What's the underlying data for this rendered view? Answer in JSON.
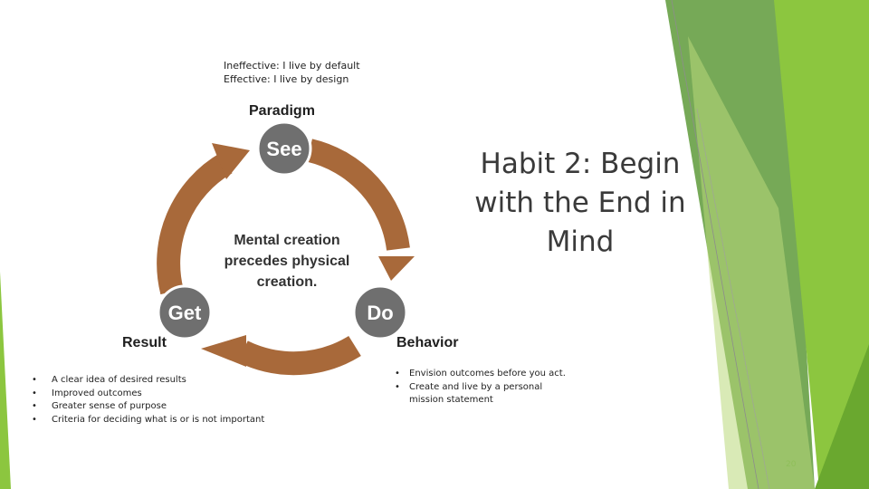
{
  "slide": {
    "intro": {
      "line1": "Ineffective: I live by default",
      "line2": "Effective:  I live by design"
    },
    "title": {
      "line1": "Habit 2: Begin",
      "line2": "with the End in",
      "line3": "Mind"
    },
    "cycle": {
      "top_label": "Paradigm",
      "left_label": "Result",
      "right_label": "Behavior",
      "node_see": "See",
      "node_do": "Do",
      "node_get": "Get",
      "center": {
        "line1": "Mental creation",
        "line2": "precedes physical",
        "line3": "creation."
      },
      "colors": {
        "arrow": "#a8693a",
        "node": "#6f6f6f"
      }
    },
    "results": [
      "A clear idea of desired results",
      "Improved outcomes",
      "Greater sense of purpose",
      "Criteria for deciding what is or is not important"
    ],
    "behaviors": {
      "item1": "Envision outcomes before you act.",
      "item2_line1": "Create and live by a personal",
      "item2_line2": "mission statement"
    },
    "page_number": "20",
    "colors": {
      "green_dark": "#5a8f35",
      "green_mid": "#7db03e",
      "green_light": "#9ccc44"
    }
  }
}
